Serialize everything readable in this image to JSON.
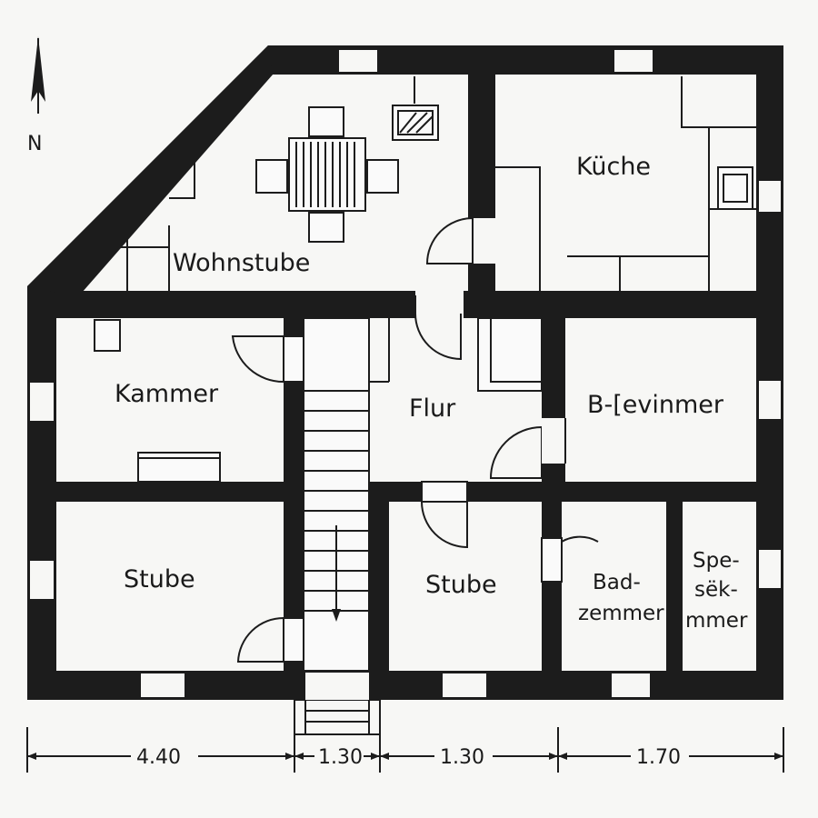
{
  "north": {
    "label": "N",
    "icon": "north-arrow-icon"
  },
  "rooms": {
    "wohnstube": "Wohnstube",
    "kueche": "Küche",
    "kammer": "Kammer",
    "flur": "Flur",
    "schlafzimmer": "B-[evinmer",
    "stube_left": "Stube",
    "stube_mid": "Stube",
    "bad_line1": "Bad-",
    "bad_line2": "zemmer",
    "speise_line1": "Spe-",
    "speise_line2": "sëk-",
    "speise_line3": "mmer"
  },
  "dimensions": [
    "4.40",
    "1.30",
    "1.30",
    "1.70"
  ],
  "colors": {
    "wall": "#1c1c1c",
    "background": "#f7f7f5"
  }
}
